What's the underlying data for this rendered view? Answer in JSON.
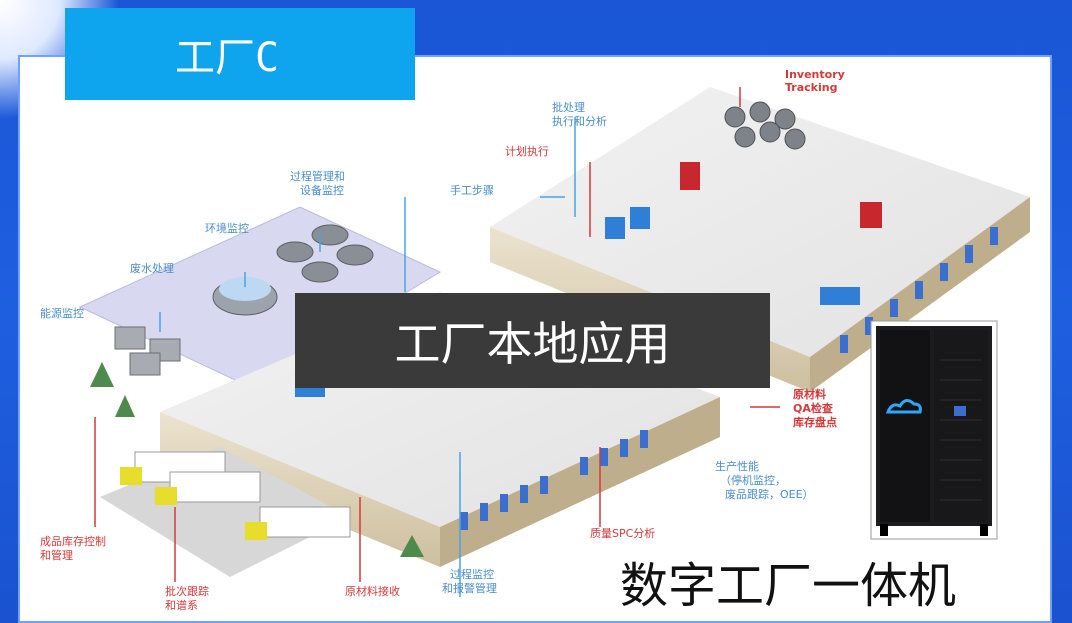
{
  "slide": {
    "title": "工厂C",
    "center_label": "工厂本地应用",
    "machine_label": "数字工厂一体机"
  },
  "diagram": {
    "annotations": {
      "inventory_tracking_1": "Inventory",
      "inventory_tracking_2": "Tracking",
      "batch_exec_1": "批处理",
      "batch_exec_2": "执行和分析",
      "plan_exec": "计划执行",
      "process_mgmt_1": "过程管理和",
      "process_mgmt_2": "设备监控",
      "manual_steps": "手工步骤",
      "env_monitor": "环境监控",
      "wastewater": "废水处理",
      "energy_monitor": "能源监控",
      "raw_qa_1": "原材料",
      "raw_qa_2": "QA检查",
      "raw_qa_3": "库存盘点",
      "prod_perf_1": "生产性能",
      "prod_perf_2": "（停机监控，",
      "prod_perf_3": "废品跟踪，OEE）",
      "finished_inv_1": "成品库存控制",
      "finished_inv_2": "和管理",
      "batch_trace_1": "批次跟踪",
      "batch_trace_2": "和谱系",
      "raw_receive": "原材料接收",
      "process_alarm_1": "过程监控",
      "process_alarm_2": "和报警管理",
      "quality_spc": "质量SPC分析"
    },
    "colors": {
      "accent_red": "#d33a3a",
      "accent_blue": "#4a8ec9",
      "title_tab": "#0ea5ee",
      "label_dark": "#3a3a3a"
    }
  }
}
